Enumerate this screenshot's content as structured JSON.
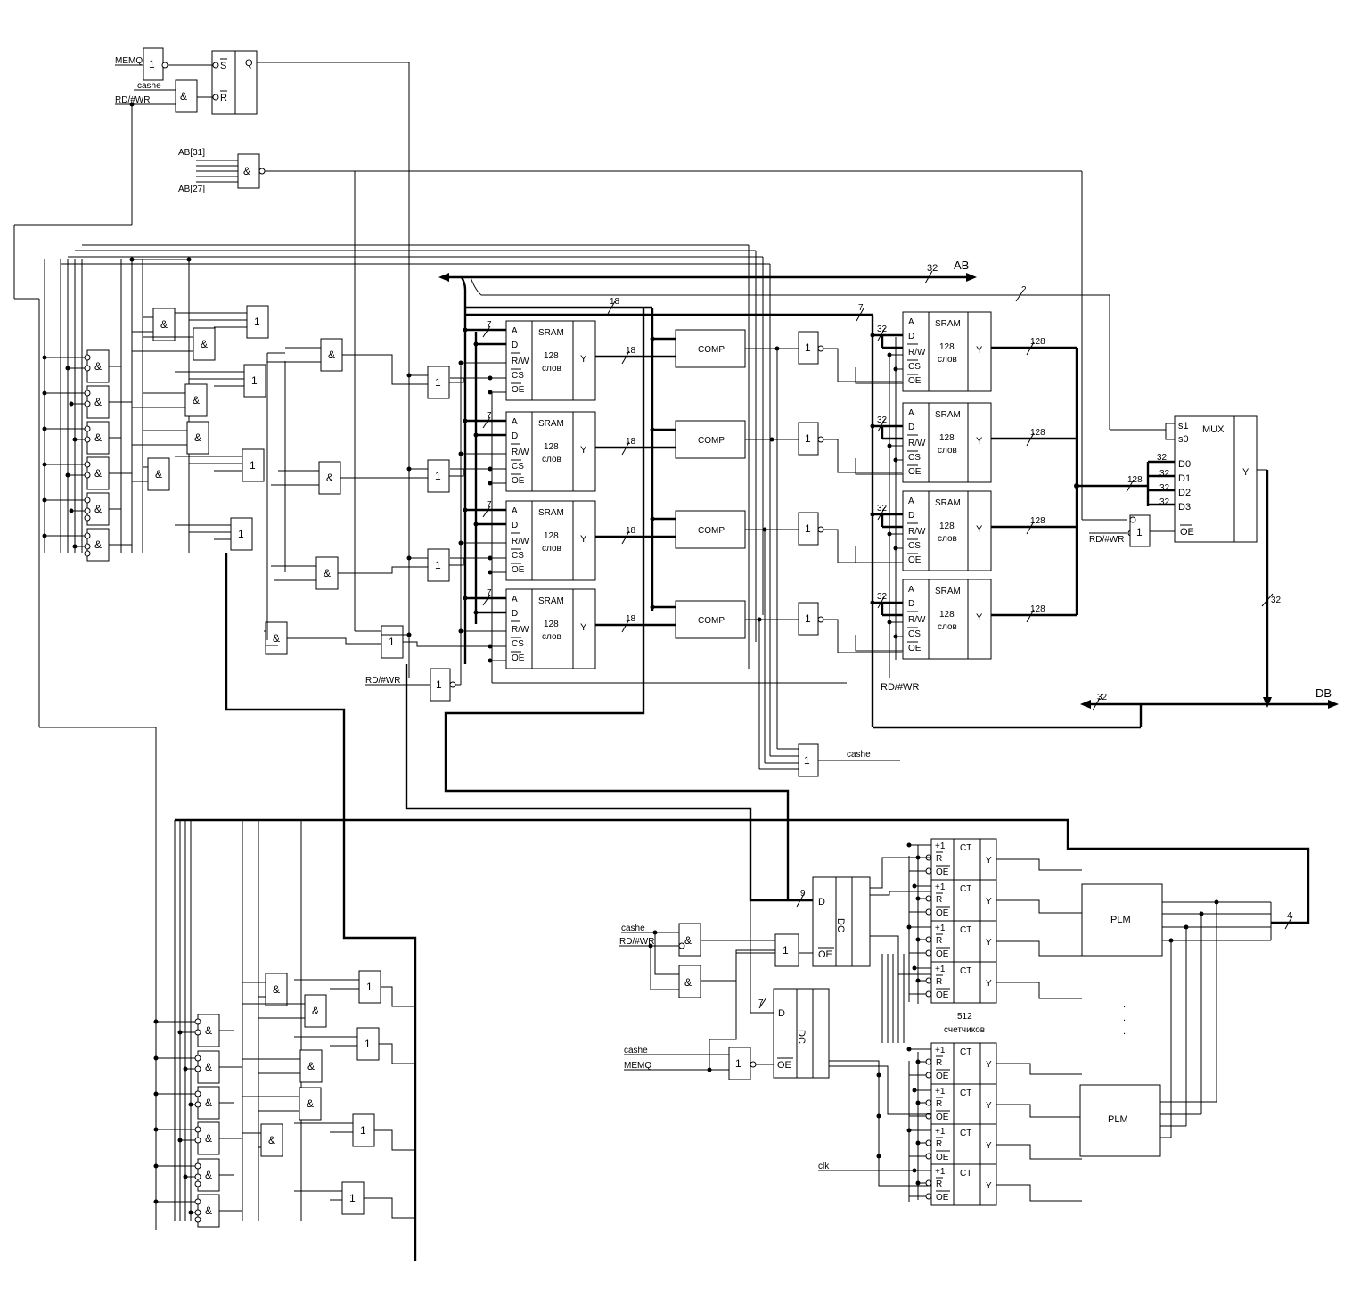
{
  "signals": {
    "memq": "MEMQ",
    "cache": "cashe",
    "rdwr": "RD/#WR",
    "ab31": "AB[31]",
    "ab27": "AB[27]",
    "ab": "AB",
    "db": "DB",
    "clk": "clk"
  },
  "gates": {
    "or": "1",
    "and": "&"
  },
  "trigger": {
    "s": "S",
    "r": "R",
    "q": "Q"
  },
  "sram": {
    "title": "SRAM",
    "size_top": "128",
    "size_bottom": "слов",
    "pins": [
      "A",
      "D",
      "R/W",
      "CS",
      "OE"
    ],
    "out": "Y"
  },
  "comp": {
    "label": "COMP"
  },
  "mux": {
    "label": "MUX",
    "sel": [
      "s1",
      "s0"
    ],
    "inputs": [
      "D0",
      "D1",
      "D2",
      "D3"
    ],
    "oe": "OE",
    "out": "Y"
  },
  "dc": {
    "label": "DC",
    "in": "D",
    "oe": "OE"
  },
  "ct": {
    "label": "CT",
    "pins": [
      "+1",
      "R",
      "OE"
    ],
    "out": "Y"
  },
  "plm": {
    "label": "PLM"
  },
  "counters": {
    "count": "512",
    "word": "счетчиков"
  },
  "bus_widths": {
    "ab": "32",
    "tag": "18",
    "index": "7",
    "data": "128",
    "wsel": "2",
    "db": "32",
    "lru": "4",
    "dc9": "9",
    "dc7": "7"
  }
}
